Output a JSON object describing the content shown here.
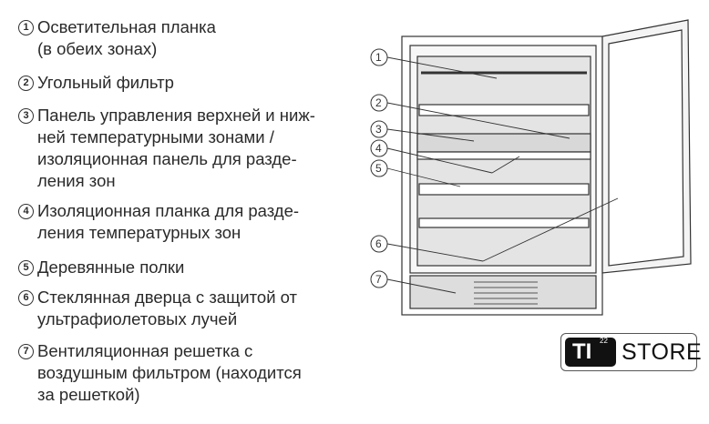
{
  "legend": [
    {
      "number": "1",
      "lines": [
        "Осветительная планка",
        "(в обеих зонах)"
      ]
    },
    {
      "number": "2",
      "lines": [
        "Угольный фильтр"
      ]
    },
    {
      "number": "3",
      "lines": [
        "Панель управления верхней и ниж-",
        "ней температурными зонами /",
        "изоляционная панель для разде-",
        "ления зон"
      ]
    },
    {
      "number": "4",
      "lines": [
        "Изоляционная планка для разде-",
        "ления температурных зон"
      ]
    },
    {
      "number": "5",
      "lines": [
        "Деревянные полки"
      ]
    },
    {
      "number": "6",
      "lines": [
        "Стеклянная дверца с защитой от",
        "ультрафиолетовых лучей"
      ]
    },
    {
      "number": "7",
      "lines": [
        "Вентиляционная решетка с",
        "воздушным фильтром (находится",
        "за решеткой)"
      ]
    }
  ],
  "diagram": {
    "callouts": [
      "1",
      "2",
      "3",
      "4",
      "5",
      "6",
      "7"
    ]
  },
  "logo": {
    "brand": "TI",
    "superscript": "22",
    "store": "STORE"
  }
}
